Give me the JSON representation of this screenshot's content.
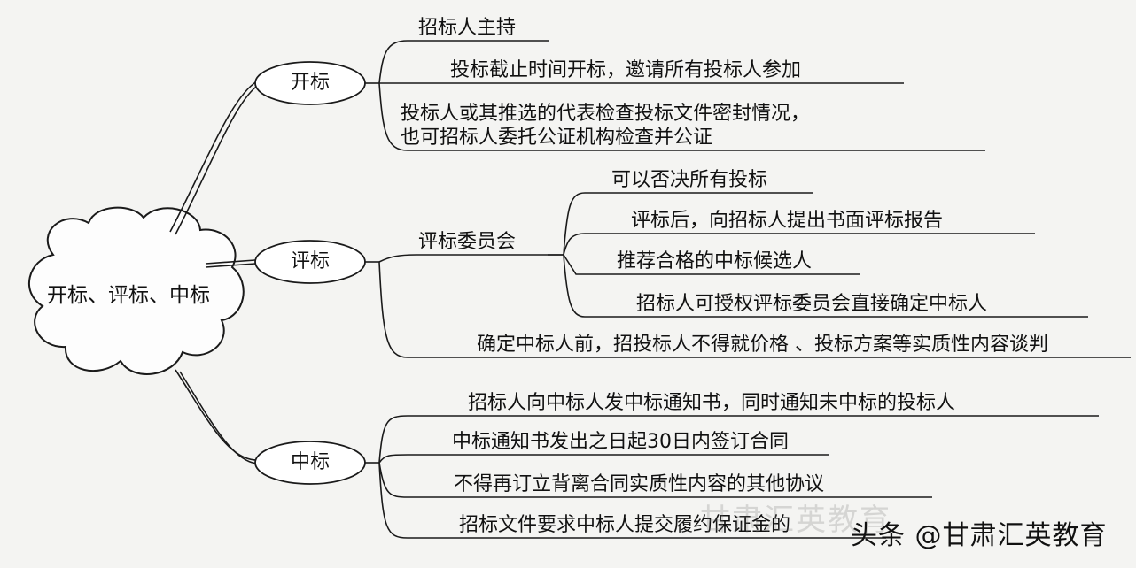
{
  "root": {
    "label": "开标、评标、中标"
  },
  "branches": [
    {
      "label": "开标",
      "items": [
        {
          "text": "招标人主持"
        },
        {
          "text": "投标截止时间开标，邀请所有投标人参加"
        },
        {
          "text": "投标人或其推选的代表检查投标文件密封情况，也可招标人委托公证机构检查并公证",
          "lines": [
            "投标人或其推选的代表检查投标文件密封情况，",
            "也可招标人委托公证机构检查并公证"
          ]
        }
      ]
    },
    {
      "label": "评标",
      "sub_label": "评标委员会",
      "sub_items": [
        {
          "text": "可以否决所有投标"
        },
        {
          "text": "评标后，向招标人提出书面评标报告"
        },
        {
          "text": "推荐合格的中标候选人"
        },
        {
          "text": "招标人可授权评标委员会直接确定中标人"
        }
      ],
      "items": [
        {
          "text": "确定中标人前，招投标人不得就价格 、投标方案等实质性内容谈判"
        }
      ]
    },
    {
      "label": "中标",
      "items": [
        {
          "text": "招标人向中标人发中标通知书，同时通知未中标的投标人"
        },
        {
          "text": "中标通知书发出之日起30日内签订合同"
        },
        {
          "text": "不得再订立背离合同实质性内容的其他协议"
        },
        {
          "text": "招标文件要求中标人提交履约保证金的"
        }
      ]
    }
  ],
  "watermark": {
    "text": "头条 @甘肃汇英教育",
    "faint_text": "甘肃汇英教育"
  },
  "colors": {
    "line": "#1a1a1a",
    "background": "#f4f4f2",
    "node_fill": "#ffffff"
  }
}
